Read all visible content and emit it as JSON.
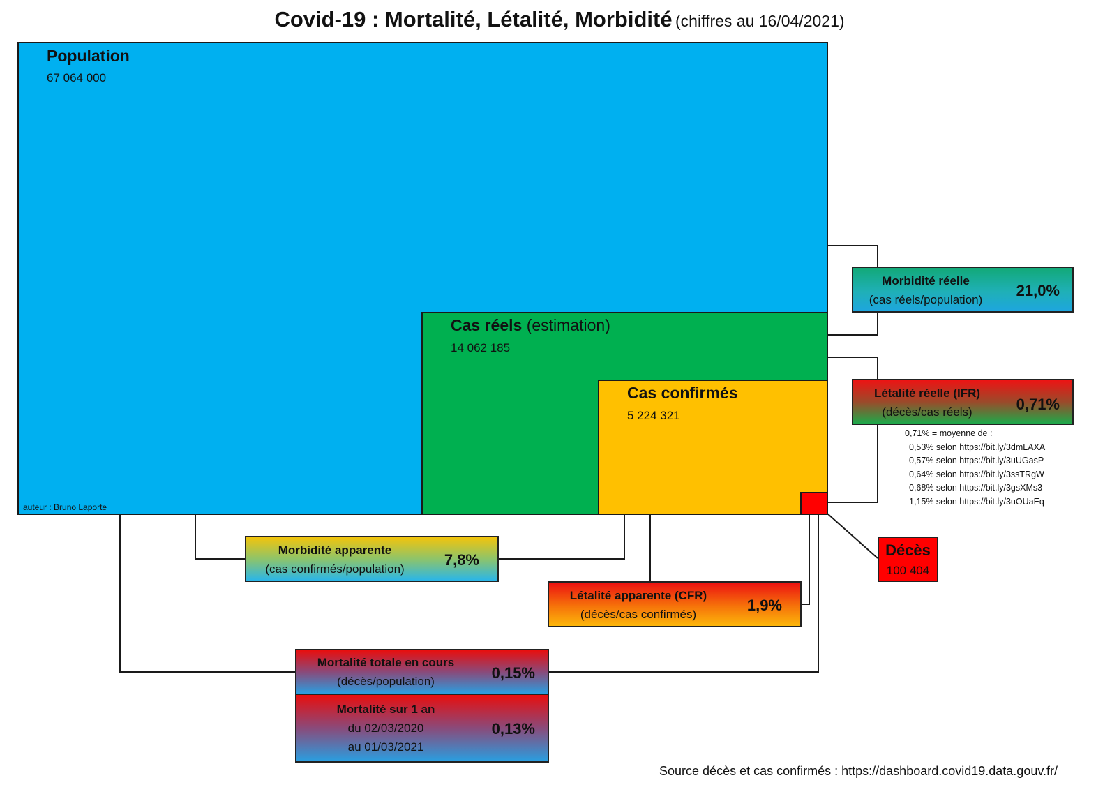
{
  "title": {
    "main": "Covid-19 : Mortalité, Létalité, Morbidité",
    "sub": "(chiffres au 16/04/2021)"
  },
  "population": {
    "label": "Population",
    "value": "67 064 000",
    "color": "#00b0f0"
  },
  "cas_reels": {
    "label": "Cas réels",
    "note": "(estimation)",
    "value": "14 062 185",
    "color": "#00b050"
  },
  "cas_confirmes": {
    "label": "Cas confirmés",
    "value": "5 224 321",
    "color": "#ffc000"
  },
  "deces_square": {
    "color": "#ff0000"
  },
  "author": "auteur : Bruno Laporte",
  "morbidite_reelle": {
    "label": "Morbidité réelle",
    "sub": "(cas réels/population)",
    "value": "21,0%"
  },
  "letalite_reelle": {
    "label": "Létalité réelle (IFR)",
    "sub": "(décès/cas réels)",
    "value": "0,71%"
  },
  "ifr_notes": {
    "header": "0,71% = moyenne de :",
    "items": [
      "0,53% selon https://bit.ly/3dmLAXA",
      "0,57% selon https://bit.ly/3uUGasP",
      "0,64% selon https://bit.ly/3ssTRgW",
      "0,68% selon https://bit.ly/3gsXMs3",
      "1,15% selon https://bit.ly/3uOUaEq"
    ]
  },
  "deces": {
    "label": "Décès",
    "value": "100 404",
    "color": "#ff0000"
  },
  "morbidite_apparente": {
    "label": "Morbidité apparente",
    "sub": "(cas confirmés/population)",
    "value": "7,8%"
  },
  "letalite_apparente": {
    "label": "Létalité apparente (CFR)",
    "sub": "(décès/cas confirmés)",
    "value": "1,9%"
  },
  "mortalite_totale": {
    "label": "Mortalité totale en cours",
    "sub": "(décès/population)",
    "value": "0,15%"
  },
  "mortalite_1an": {
    "label": "Mortalité sur 1 an",
    "line2": "du 02/03/2020",
    "line3": "au 01/03/2021",
    "value": "0,13%"
  },
  "source": "Source décès et cas confirmés : https://dashboard.covid19.data.gouv.fr/"
}
